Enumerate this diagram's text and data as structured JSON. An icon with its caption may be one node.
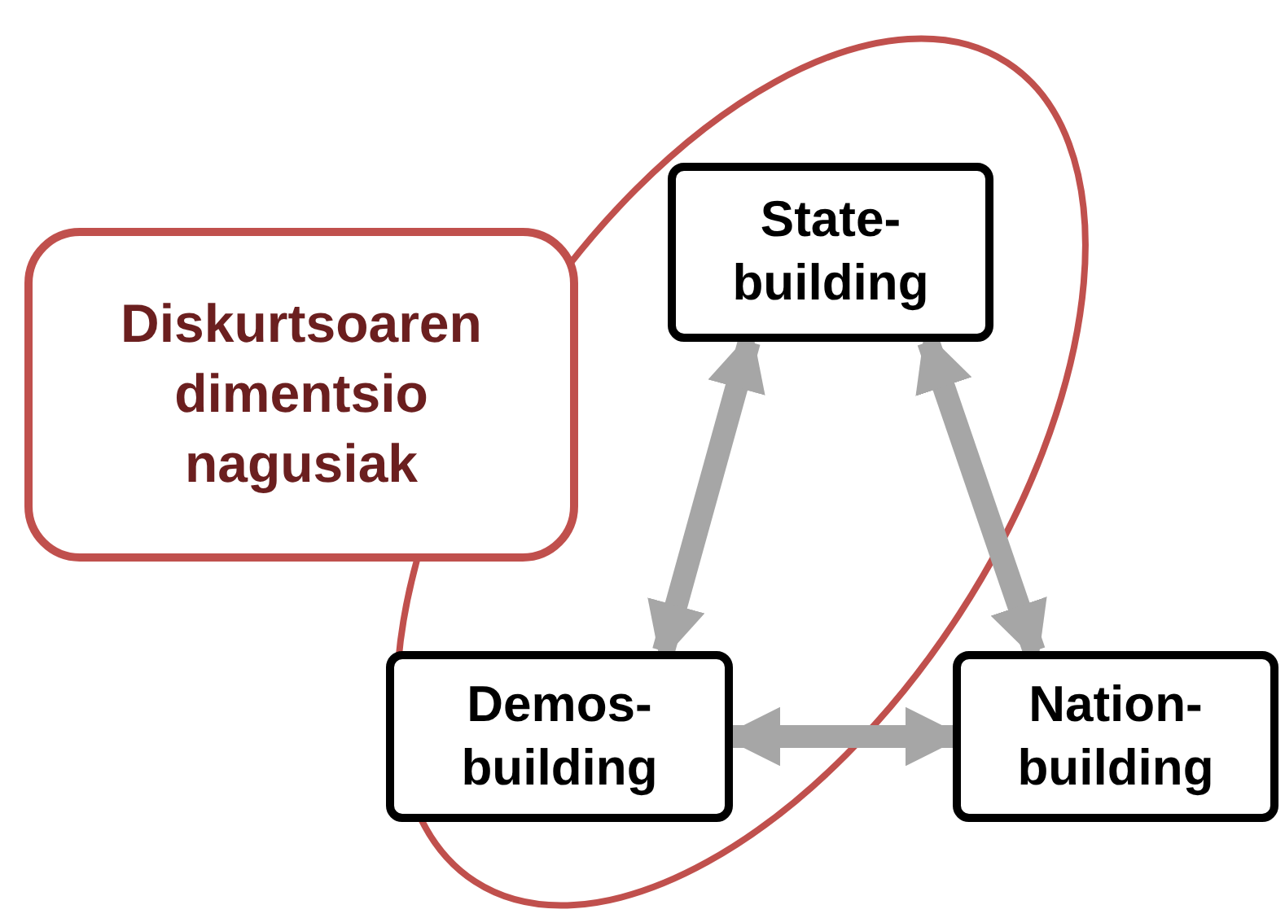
{
  "diagram": {
    "nodes": [
      {
        "text": [
          "Diskurtsoaren dimentsio nagusiak"
        ]
      },
      {
        "text": [
          "State-building"
        ]
      },
      {
        "text": [
          "Demos-building"
        ]
      },
      {
        "text": [
          "Nation-building"
        ]
      }
    ],
    "edges": [
      {
        "from": 1,
        "to": 2,
        "arrow": "both"
      },
      {
        "from": 1,
        "to": 3,
        "arrow": "both"
      },
      {
        "from": 2,
        "to": 3,
        "arrow": "both"
      }
    ]
  }
}
